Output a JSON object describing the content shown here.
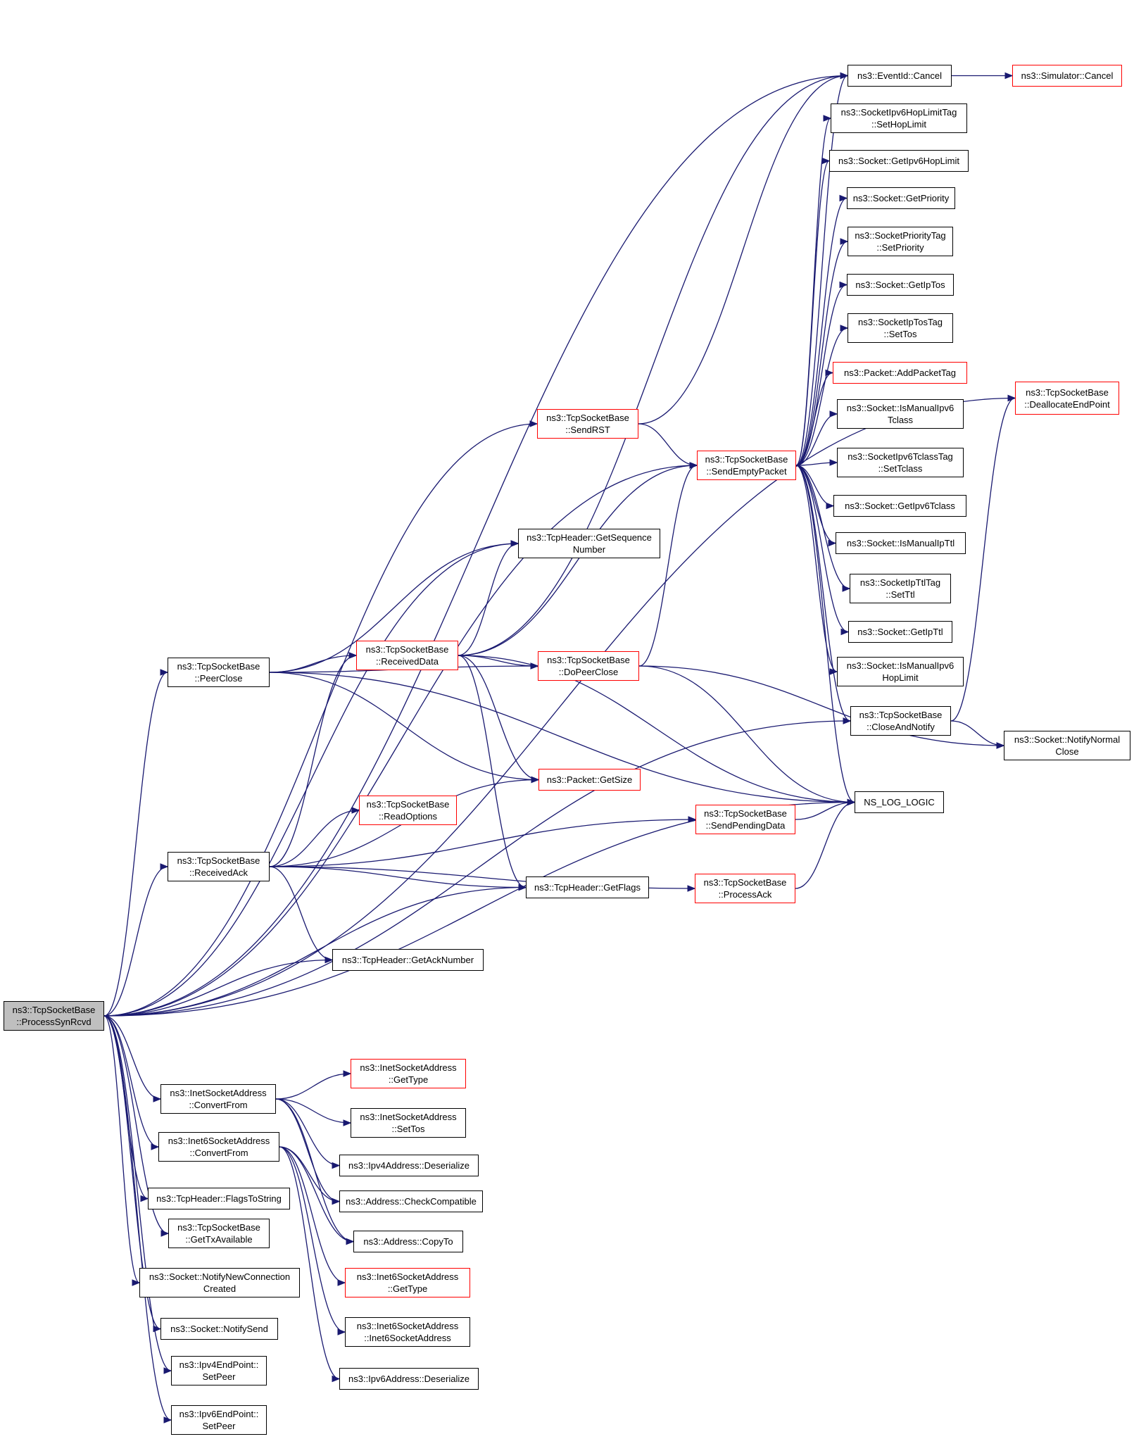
{
  "colors": {
    "edge": "#191970",
    "root_fill": "#bfbfbf",
    "normal_border": "#000000",
    "truncated_border": "#ff0000"
  },
  "nodes": {
    "n_root": {
      "lines": [
        "ns3::TcpSocketBase",
        "::ProcessSynRcvd"
      ],
      "style": "root"
    },
    "n_cancel": {
      "lines": [
        "ns3::EventId::Cancel"
      ],
      "style": "normal"
    },
    "n_sim_cancel": {
      "lines": [
        "ns3::Simulator::Cancel"
      ],
      "style": "truncated"
    },
    "n_sethoplimit": {
      "lines": [
        "ns3::SocketIpv6HopLimitTag",
        "::SetHopLimit"
      ],
      "style": "normal"
    },
    "n_getipv6hoplimit": {
      "lines": [
        "ns3::Socket::GetIpv6HopLimit"
      ],
      "style": "normal"
    },
    "n_getpriority": {
      "lines": [
        "ns3::Socket::GetPriority"
      ],
      "style": "normal"
    },
    "n_setpriority": {
      "lines": [
        "ns3::SocketPriorityTag",
        "::SetPriority"
      ],
      "style": "normal"
    },
    "n_getiptos": {
      "lines": [
        "ns3::Socket::GetIpTos"
      ],
      "style": "normal"
    },
    "n_settos": {
      "lines": [
        "ns3::SocketIpTosTag",
        "::SetTos"
      ],
      "style": "normal"
    },
    "n_addpackettag": {
      "lines": [
        "ns3::Packet::AddPacketTag"
      ],
      "style": "truncated"
    },
    "n_ismanualipv6tclass": {
      "lines": [
        "ns3::Socket::IsManualIpv6",
        "Tclass"
      ],
      "style": "normal"
    },
    "n_settclass": {
      "lines": [
        "ns3::SocketIpv6TclassTag",
        "::SetTclass"
      ],
      "style": "normal"
    },
    "n_getipv6tclass": {
      "lines": [
        "ns3::Socket::GetIpv6Tclass"
      ],
      "style": "normal"
    },
    "n_ismanualipttl": {
      "lines": [
        "ns3::Socket::IsManualIpTtl"
      ],
      "style": "normal"
    },
    "n_setttl": {
      "lines": [
        "ns3::SocketIpTtlTag",
        "::SetTtl"
      ],
      "style": "normal"
    },
    "n_getipttl": {
      "lines": [
        "ns3::Socket::GetIpTtl"
      ],
      "style": "normal"
    },
    "n_ismanualipv6hoplimit": {
      "lines": [
        "ns3::Socket::IsManualIpv6",
        "HopLimit"
      ],
      "style": "normal"
    },
    "n_closeandnotify": {
      "lines": [
        "ns3::TcpSocketBase",
        "::CloseAndNotify"
      ],
      "style": "normal"
    },
    "n_notifynormalclose": {
      "lines": [
        "ns3::Socket::NotifyNormal",
        "Close"
      ],
      "style": "normal"
    },
    "n_nslog": {
      "lines": [
        "NS_LOG_LOGIC"
      ],
      "style": "normal"
    },
    "n_deallocate": {
      "lines": [
        "ns3::TcpSocketBase",
        "::DeallocateEndPoint"
      ],
      "style": "truncated"
    },
    "n_sendrst": {
      "lines": [
        "ns3::TcpSocketBase",
        "::SendRST"
      ],
      "style": "truncated"
    },
    "n_sendempty": {
      "lines": [
        "ns3::TcpSocketBase",
        "::SendEmptyPacket"
      ],
      "style": "truncated"
    },
    "n_getseq": {
      "lines": [
        "ns3::TcpHeader::GetSequence",
        "Number"
      ],
      "style": "normal"
    },
    "n_peerclose": {
      "lines": [
        "ns3::TcpSocketBase",
        "::PeerClose"
      ],
      "style": "normal"
    },
    "n_receiveddata": {
      "lines": [
        "ns3::TcpSocketBase",
        "::ReceivedData"
      ],
      "style": "truncated"
    },
    "n_dopeerclose": {
      "lines": [
        "ns3::TcpSocketBase",
        "::DoPeerClose"
      ],
      "style": "truncated"
    },
    "n_getsize": {
      "lines": [
        "ns3::Packet::GetSize"
      ],
      "style": "truncated"
    },
    "n_readoptions": {
      "lines": [
        "ns3::TcpSocketBase",
        "::ReadOptions"
      ],
      "style": "truncated"
    },
    "n_sendpending": {
      "lines": [
        "ns3::TcpSocketBase",
        "::SendPendingData"
      ],
      "style": "truncated"
    },
    "n_receivedack": {
      "lines": [
        "ns3::TcpSocketBase",
        "::ReceivedAck"
      ],
      "style": "normal"
    },
    "n_getflags": {
      "lines": [
        "ns3::TcpHeader::GetFlags"
      ],
      "style": "normal"
    },
    "n_processack": {
      "lines": [
        "ns3::TcpSocketBase",
        "::ProcessAck"
      ],
      "style": "truncated"
    },
    "n_getacknumber": {
      "lines": [
        "ns3::TcpHeader::GetAckNumber"
      ],
      "style": "normal"
    },
    "n_inet_gettype": {
      "lines": [
        "ns3::InetSocketAddress",
        "::GetType"
      ],
      "style": "truncated"
    },
    "n_inet_convertfrom": {
      "lines": [
        "ns3::InetSocketAddress",
        "::ConvertFrom"
      ],
      "style": "normal"
    },
    "n_inet_settos": {
      "lines": [
        "ns3::InetSocketAddress",
        "::SetTos"
      ],
      "style": "normal"
    },
    "n_ipv4_deserialize": {
      "lines": [
        "ns3::Ipv4Address::Deserialize"
      ],
      "style": "normal"
    },
    "n_inet6_convertfrom": {
      "lines": [
        "ns3::Inet6SocketAddress",
        "::ConvertFrom"
      ],
      "style": "normal"
    },
    "n_checkcompatible": {
      "lines": [
        "ns3::Address::CheckCompatible"
      ],
      "style": "normal"
    },
    "n_flagstostring": {
      "lines": [
        "ns3::TcpHeader::FlagsToString"
      ],
      "style": "normal"
    },
    "n_copyto": {
      "lines": [
        "ns3::Address::CopyTo"
      ],
      "style": "normal"
    },
    "n_gettxavailable": {
      "lines": [
        "ns3::TcpSocketBase",
        "::GetTxAvailable"
      ],
      "style": "normal"
    },
    "n_inet6_gettype": {
      "lines": [
        "ns3::Inet6SocketAddress",
        "::GetType"
      ],
      "style": "truncated"
    },
    "n_notifynewconn": {
      "lines": [
        "ns3::Socket::NotifyNewConnection",
        "Created"
      ],
      "style": "normal"
    },
    "n_inet6_ctor": {
      "lines": [
        "ns3::Inet6SocketAddress",
        "::Inet6SocketAddress"
      ],
      "style": "normal"
    },
    "n_notifysend": {
      "lines": [
        "ns3::Socket::NotifySend"
      ],
      "style": "normal"
    },
    "n_ipv6_deserialize": {
      "lines": [
        "ns3::Ipv6Address::Deserialize"
      ],
      "style": "normal"
    },
    "n_ipv4_setpeer": {
      "lines": [
        "ns3::Ipv4EndPoint::",
        "SetPeer"
      ],
      "style": "normal"
    },
    "n_ipv6_setpeer": {
      "lines": [
        "ns3::Ipv6EndPoint::",
        "SetPeer"
      ],
      "style": "normal"
    }
  },
  "edges": [
    [
      "n_root",
      "n_cancel"
    ],
    [
      "n_root",
      "n_deallocate"
    ],
    [
      "n_root",
      "n_sendrst"
    ],
    [
      "n_root",
      "n_sendempty"
    ],
    [
      "n_root",
      "n_getseq"
    ],
    [
      "n_root",
      "n_peerclose"
    ],
    [
      "n_root",
      "n_closeandnotify"
    ],
    [
      "n_root",
      "n_receivedack"
    ],
    [
      "n_root",
      "n_getacknumber"
    ],
    [
      "n_root",
      "n_getflags"
    ],
    [
      "n_root",
      "n_nslog"
    ],
    [
      "n_root",
      "n_inet_convertfrom"
    ],
    [
      "n_root",
      "n_inet6_convertfrom"
    ],
    [
      "n_root",
      "n_flagstostring"
    ],
    [
      "n_root",
      "n_gettxavailable"
    ],
    [
      "n_root",
      "n_notifynewconn"
    ],
    [
      "n_root",
      "n_notifysend"
    ],
    [
      "n_root",
      "n_ipv4_setpeer"
    ],
    [
      "n_root",
      "n_ipv6_setpeer"
    ],
    [
      "n_cancel",
      "n_sim_cancel"
    ],
    [
      "n_sendrst",
      "n_cancel"
    ],
    [
      "n_sendrst",
      "n_sendempty"
    ],
    [
      "n_sendempty",
      "n_cancel"
    ],
    [
      "n_sendempty",
      "n_sethoplimit"
    ],
    [
      "n_sendempty",
      "n_getipv6hoplimit"
    ],
    [
      "n_sendempty",
      "n_getpriority"
    ],
    [
      "n_sendempty",
      "n_setpriority"
    ],
    [
      "n_sendempty",
      "n_getiptos"
    ],
    [
      "n_sendempty",
      "n_settos"
    ],
    [
      "n_sendempty",
      "n_addpackettag"
    ],
    [
      "n_sendempty",
      "n_ismanualipv6tclass"
    ],
    [
      "n_sendempty",
      "n_settclass"
    ],
    [
      "n_sendempty",
      "n_getipv6tclass"
    ],
    [
      "n_sendempty",
      "n_ismanualipttl"
    ],
    [
      "n_sendempty",
      "n_setttl"
    ],
    [
      "n_sendempty",
      "n_getipttl"
    ],
    [
      "n_sendempty",
      "n_ismanualipv6hoplimit"
    ],
    [
      "n_sendempty",
      "n_closeandnotify"
    ],
    [
      "n_sendempty",
      "n_nslog"
    ],
    [
      "n_closeandnotify",
      "n_deallocate"
    ],
    [
      "n_closeandnotify",
      "n_notifynormalclose"
    ],
    [
      "n_peerclose",
      "n_getseq"
    ],
    [
      "n_peerclose",
      "n_receiveddata"
    ],
    [
      "n_peerclose",
      "n_dopeerclose"
    ],
    [
      "n_peerclose",
      "n_getsize"
    ],
    [
      "n_peerclose",
      "n_nslog"
    ],
    [
      "n_receiveddata",
      "n_getseq"
    ],
    [
      "n_receiveddata",
      "n_cancel"
    ],
    [
      "n_receiveddata",
      "n_sendempty"
    ],
    [
      "n_receiveddata",
      "n_dopeerclose"
    ],
    [
      "n_receiveddata",
      "n_getsize"
    ],
    [
      "n_receiveddata",
      "n_getflags"
    ],
    [
      "n_receiveddata",
      "n_nslog"
    ],
    [
      "n_dopeerclose",
      "n_sendempty"
    ],
    [
      "n_dopeerclose",
      "n_notifynormalclose"
    ],
    [
      "n_dopeerclose",
      "n_nslog"
    ],
    [
      "n_receivedack",
      "n_receiveddata"
    ],
    [
      "n_receivedack",
      "n_getsize"
    ],
    [
      "n_receivedack",
      "n_readoptions"
    ],
    [
      "n_receivedack",
      "n_sendpending"
    ],
    [
      "n_receivedack",
      "n_getflags"
    ],
    [
      "n_receivedack",
      "n_processack"
    ],
    [
      "n_receivedack",
      "n_getacknumber"
    ],
    [
      "n_sendpending",
      "n_nslog"
    ],
    [
      "n_processack",
      "n_nslog"
    ],
    [
      "n_inet_convertfrom",
      "n_inet_gettype"
    ],
    [
      "n_inet_convertfrom",
      "n_inet_settos"
    ],
    [
      "n_inet_convertfrom",
      "n_ipv4_deserialize"
    ],
    [
      "n_inet_convertfrom",
      "n_checkcompatible"
    ],
    [
      "n_inet_convertfrom",
      "n_copyto"
    ],
    [
      "n_inet6_convertfrom",
      "n_checkcompatible"
    ],
    [
      "n_inet6_convertfrom",
      "n_copyto"
    ],
    [
      "n_inet6_convertfrom",
      "n_inet6_gettype"
    ],
    [
      "n_inet6_convertfrom",
      "n_inet6_ctor"
    ],
    [
      "n_inet6_convertfrom",
      "n_ipv6_deserialize"
    ]
  ]
}
